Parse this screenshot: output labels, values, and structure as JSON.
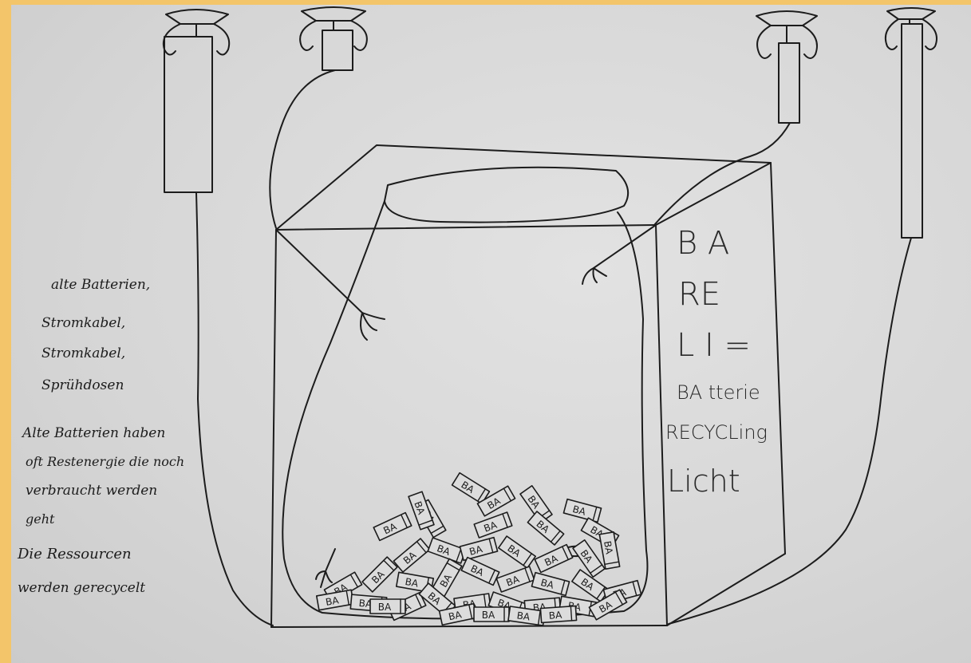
{
  "colors": {
    "frame": "#f3c56a",
    "paper": "#d8d8d8",
    "ink": "#1c1c1c"
  },
  "side_label": {
    "lines": [
      "B A",
      "RE",
      "L I =",
      "BA tterie",
      "RECYCLing",
      "Licht"
    ]
  },
  "notes": {
    "lines": [
      "alte Batterien,",
      "Stromkabel,",
      "Stromkabel,",
      "Sprühdosen",
      "Alte Batterien haben",
      "oft Restenergie die noch",
      "verbraucht werden",
      "geht",
      "Die Ressourcen",
      "werden gerecycelt"
    ]
  },
  "battery_label": "BA",
  "lamps": [
    {
      "name": "lamp-1"
    },
    {
      "name": "lamp-2"
    },
    {
      "name": "lamp-3"
    },
    {
      "name": "lamp-4"
    }
  ]
}
